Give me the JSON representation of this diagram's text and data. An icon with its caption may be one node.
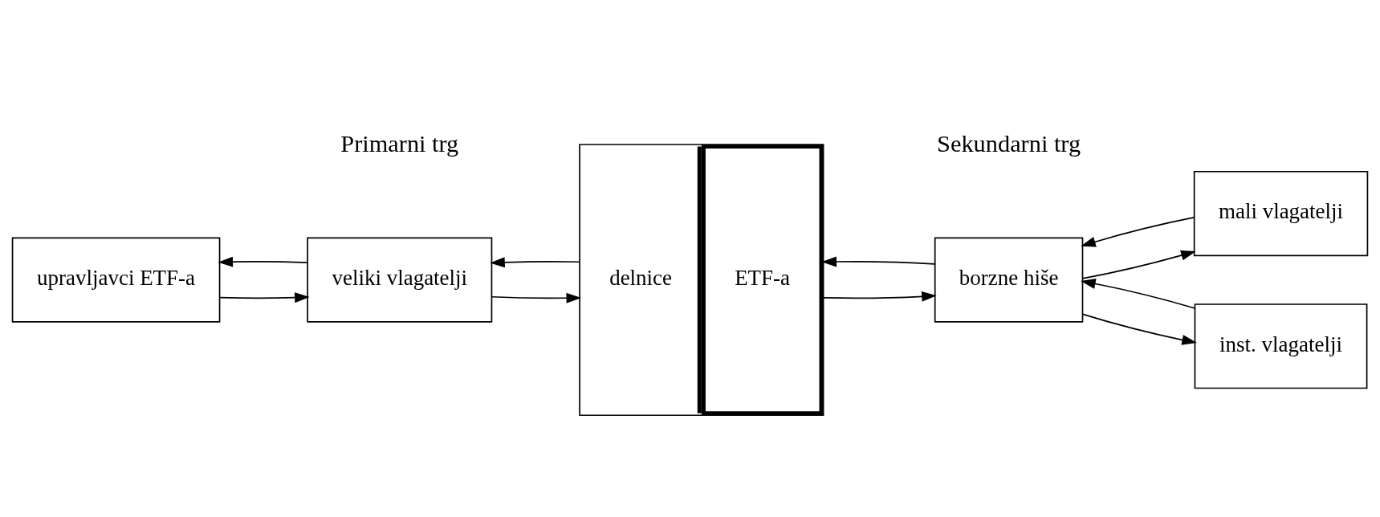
{
  "diagram": {
    "nodes": [
      {
        "text": [
          "upravljavci ETF-a"
        ]
      },
      {
        "text": [
          "veliki vlagatelji"
        ]
      },
      {
        "text": [
          "delnice",
          "ETF-a"
        ]
      },
      {
        "text": [
          "borzne hiše"
        ]
      },
      {
        "text": [
          "mali vlagatelji"
        ]
      },
      {
        "text": [
          "inst. vlagatelji"
        ]
      }
    ],
    "edges": [
      {
        "from": 1,
        "to": 0,
        "arrow": "to"
      },
      {
        "from": 0,
        "to": 1,
        "arrow": "to"
      },
      {
        "from": 1,
        "to": 2,
        "arrow": "to"
      },
      {
        "from": 2,
        "to": 1,
        "arrow": "to"
      },
      {
        "from": 2,
        "to": 3,
        "arrow": "to"
      },
      {
        "from": 3,
        "to": 2,
        "arrow": "to"
      },
      {
        "from": 3,
        "to": 4,
        "arrow": "to"
      },
      {
        "from": 4,
        "to": 3,
        "arrow": "to"
      },
      {
        "from": 3,
        "to": 5,
        "arrow": "to"
      },
      {
        "from": 5,
        "to": 3,
        "arrow": "to"
      }
    ],
    "labels": [
      "Primarni trg",
      "Sekundarni trg"
    ]
  }
}
